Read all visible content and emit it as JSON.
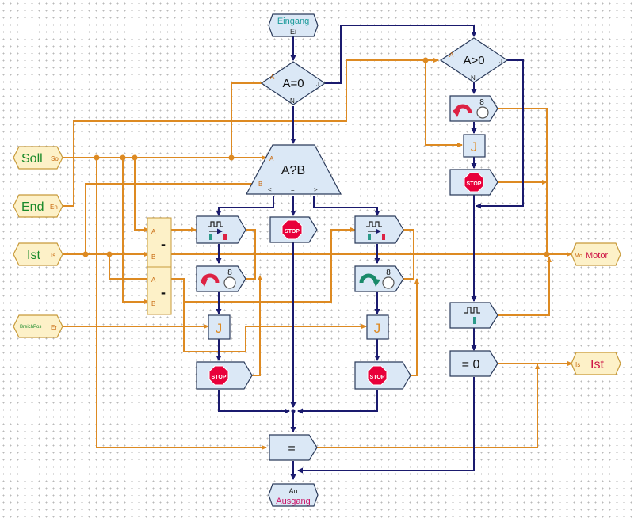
{
  "colors": {
    "data_wire": "#dd8a22",
    "flow_wire": "#1a1a6e",
    "block_fill": "#dbe8f6",
    "block_stroke": "#2a3a5a",
    "port_fill": "#fdf1c8",
    "port_stroke": "#c89a3a",
    "port_text": "#1a8a2a",
    "ist_text": "#cc1144",
    "entry_text": "#1a9a9a",
    "exit_text": "#cc1166",
    "stop_red": "#e8003a",
    "motor_red": "#dd2244",
    "motor_green": "#1a8a6a"
  },
  "blocks": {
    "entry": {
      "title": "Eingang",
      "sub": "Ei"
    },
    "exit": {
      "sub": "Au",
      "title": "Ausgang"
    },
    "cmp_a0": {
      "label": "A=0",
      "in_a": "A",
      "yes": "J",
      "no": "N"
    },
    "cmp_agt0": {
      "label": "A>0",
      "in_a": "A",
      "yes": "J",
      "no": "N"
    },
    "cmp_ab": {
      "label": "A?B",
      "in_a": "A",
      "in_b": "B",
      "lt": "<",
      "eq": "=",
      "gt": ">"
    },
    "sub1": {
      "op": "-",
      "in_a": "A",
      "in_b": "B"
    },
    "sub2": {
      "op": "-",
      "in_a": "A",
      "in_b": "B"
    },
    "eq_bottom": {
      "label": "="
    },
    "eq_zero": {
      "label": "= 0"
    },
    "jump_label": "J",
    "stop_label": "STOP",
    "speed_value": "8"
  },
  "ports": {
    "soll": {
      "name": "Soll",
      "sub": "So"
    },
    "end": {
      "name": "End",
      "sub": "En"
    },
    "ist_in": {
      "name": "Ist",
      "sub": "Is"
    },
    "bereich": {
      "name": "BreichPos",
      "sub": "Er"
    },
    "motor": {
      "sub": "Mo",
      "name": "Motor"
    },
    "ist_out": {
      "sub": "Is",
      "name": "Ist"
    }
  }
}
